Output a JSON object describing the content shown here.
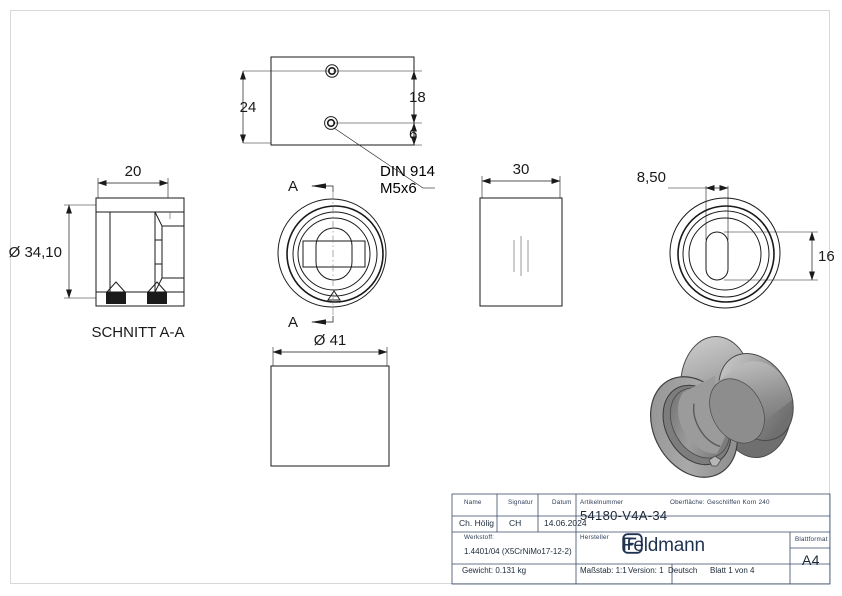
{
  "sheet": {
    "format": "A4",
    "border": true
  },
  "views": {
    "top": {
      "name": "top-view",
      "dims": {
        "height": "24",
        "upper": "18",
        "lower": "6"
      },
      "callout": {
        "line1": "DIN 914",
        "line2": "M5x6"
      }
    },
    "section": {
      "name": "section-a-a",
      "label": "SCHNITT A-A",
      "dims": {
        "width": "20",
        "diameter": "Ø 34,10"
      }
    },
    "front": {
      "name": "front-view",
      "section_marks": {
        "top": "A",
        "bottom": "A"
      }
    },
    "side": {
      "name": "side-view",
      "dims": {
        "width": "30"
      }
    },
    "bottom": {
      "name": "bottom-view",
      "dims": {
        "diameter": "Ø 41"
      }
    },
    "right": {
      "name": "right-view",
      "dims": {
        "slot_width": "8,50",
        "slot_height": "16"
      }
    },
    "iso": {
      "name": "isometric-render"
    }
  },
  "title_block": {
    "headers": {
      "name": "Name",
      "signature": "Signatur",
      "date": "Datum",
      "article_number": "Artikelnummer",
      "surface": "Oberfläche:",
      "material": "Werkstoff:",
      "manufacturer": "Hersteller",
      "sheet_format": "Blattformat"
    },
    "values": {
      "name": "Ch. Hölig",
      "signature": "CH",
      "date": "14.06.2024",
      "article_number": "54180-V4A-34",
      "surface": "Geschliffen Korn 240",
      "material": "1.4401/04 (X5CrNiMo17-12-2)",
      "weight": "Gewicht: 0.131 kg",
      "scale": "Maßstab: 1:1",
      "version": "Version: 1",
      "language": "Deutsch",
      "sheet": "Blatt 1 von 4",
      "sheet_format": "A4"
    },
    "brand": {
      "word": "Feldmann",
      "color": "#1f3350"
    }
  }
}
